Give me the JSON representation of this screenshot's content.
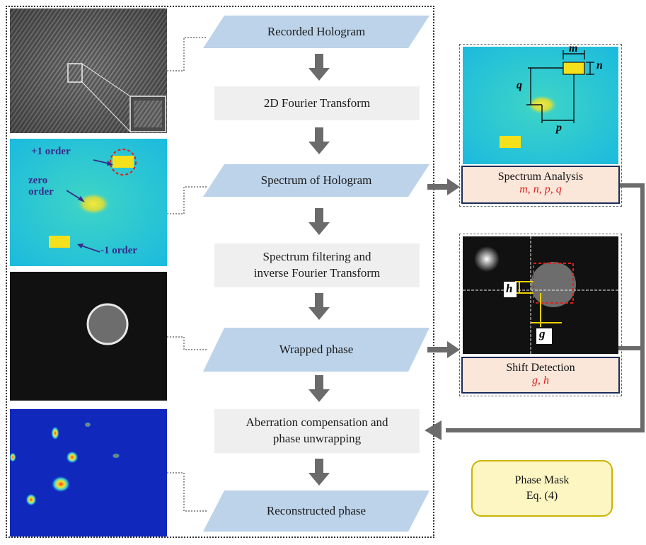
{
  "flow": {
    "recorded_hologram": "Recorded Hologram",
    "fourier_transform": "2D Fourier Transform",
    "spectrum_of_hologram": "Spectrum of Hologram",
    "filtering_line1": "Spectrum filtering and",
    "filtering_line2": "inverse Fourier Transform",
    "wrapped_phase": "Wrapped phase",
    "compensation_line1": "Aberration compensation and",
    "compensation_line2": "phase unwrapping",
    "reconstructed_phase": "Reconstructed phase"
  },
  "spectrum_labels": {
    "plus_one": "+1 order",
    "zero_line1": "zero",
    "zero_line2": "order",
    "minus_one": "-1 order"
  },
  "analysis": {
    "title": "Spectrum Analysis",
    "params": "m, n, p, q",
    "m": "m",
    "n": "n",
    "p": "p",
    "q": "q"
  },
  "shift": {
    "title": "Shift Detection",
    "params": "g, h",
    "g": "g",
    "h": "h"
  },
  "mask": {
    "line1": "Phase Mask",
    "line2": "Eq. (4)"
  },
  "colors": {
    "parallelogram": "#bcd3ea",
    "rect": "#efefef",
    "arrow": "#6b6b6b",
    "caption_bg": "#fbe6da",
    "caption_border": "#1d2d5a",
    "mask_bg": "#fdf6c3",
    "mask_border": "#c9b400",
    "accent_red": "#e0201a",
    "label_purple": "#3a2a8a"
  }
}
